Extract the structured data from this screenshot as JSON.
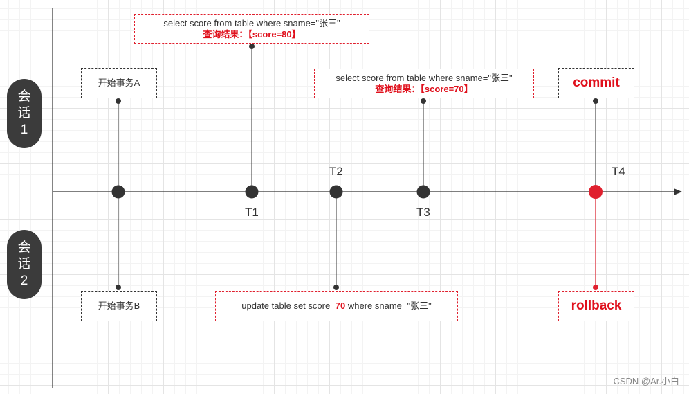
{
  "sessions": [
    {
      "line1": "会",
      "line2": "话",
      "line3": "1"
    },
    {
      "line1": "会",
      "line2": "话",
      "line3": "2"
    }
  ],
  "boxes": {
    "begin_a": "开始事务A",
    "begin_b": "开始事务B",
    "query1": {
      "sql": "select score from table where sname=\"张三\"",
      "label": "查询结果：【score=80】"
    },
    "query2": {
      "sql": "select score from table where sname=\"张三\"",
      "label": "查询结果：【score=70】"
    },
    "update": {
      "prefix": "update table set score=",
      "value": "70",
      "suffix": " where sname=\"张三\""
    },
    "commit": "commit",
    "rollback": "rollback"
  },
  "time_labels": {
    "t1": "T1",
    "t2": "T2",
    "t3": "T3",
    "t4": "T4"
  },
  "colors": {
    "line": "#333333",
    "highlight": "#e0202e",
    "node": "#333333"
  },
  "watermark": "CSDN @Ar.小白"
}
